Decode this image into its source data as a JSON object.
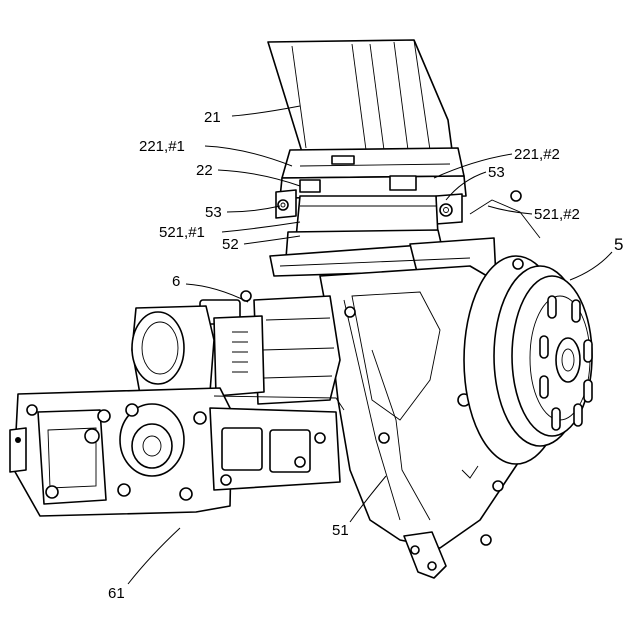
{
  "colors": {
    "ink": "#000000",
    "paper": "#ffffff"
  },
  "labels": {
    "l21": "21",
    "l221_1": "221,#1",
    "l22": "22",
    "l53a": "53",
    "l521_1": "521,#1",
    "l52": "52",
    "l221_2": "221,#2",
    "l53b": "53",
    "l521_2": "521,#2",
    "l5": "5",
    "l6": "6",
    "l51": "51",
    "l61": "61"
  }
}
